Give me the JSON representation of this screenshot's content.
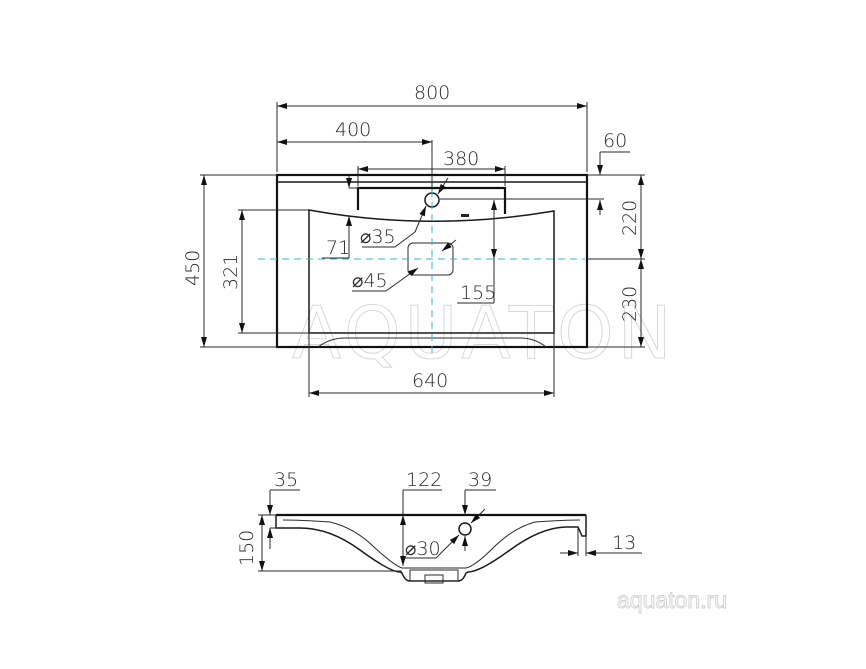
{
  "watermark": {
    "brand": "AQUATON",
    "url": "aquaton.ru"
  },
  "top_view": {
    "dimensions": {
      "overall_width": "800",
      "half_width": "400",
      "bowl_back_width": "380",
      "back_offset": "60",
      "overall_depth": "450",
      "bowl_depth": "321",
      "front_to_center": "230",
      "back_to_center": "220",
      "tap_hole_offset": "71",
      "tap_hole_diameter": "⌀35",
      "drain_diameter": "⌀45",
      "drain_to_tap": "155",
      "bowl_width": "640"
    }
  },
  "side_view": {
    "dimensions": {
      "overall_height": "150",
      "rim_thickness": "35",
      "bowl_depth_center": "122",
      "overflow_offset": "39",
      "overflow_diameter": "⌀30",
      "edge_return": "13"
    }
  },
  "colors": {
    "line": "#2a2a2a",
    "center_axis": "#35b5c5",
    "watermark": "#d8d8d8"
  }
}
